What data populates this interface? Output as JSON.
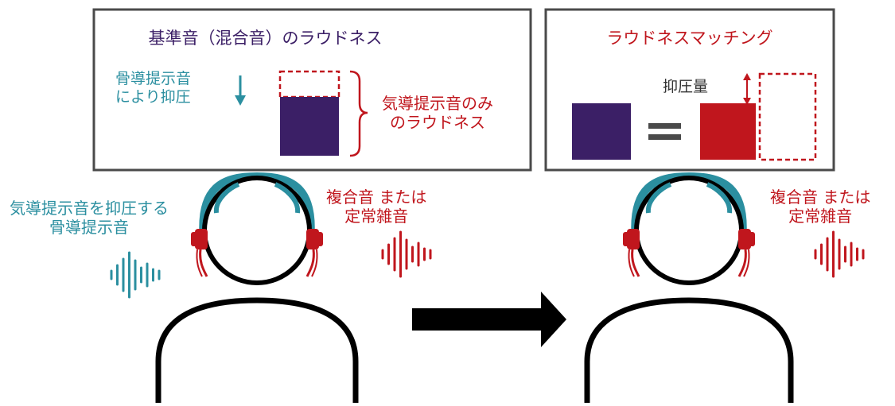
{
  "left_panel": {
    "title": "基準音（混合音）のラウドネス",
    "suppressed_label": "骨導提示音\nにより抑圧",
    "air_only_label": "気導提示音のみ\nのラウドネス"
  },
  "right_panel": {
    "title": "ラウドネスマッチング",
    "suppression_amount_label": "抑圧量"
  },
  "left_scene": {
    "bone_label": "気導提示音を抑圧する\n骨導提示音",
    "noise_label": "複合音 または\n定常雑音"
  },
  "right_scene": {
    "noise_label": "複合音 または\n定常雑音"
  },
  "colors": {
    "teal": "#2b8fa0",
    "red": "#c0161d",
    "purple": "#3b1f66",
    "black": "#000000",
    "gray": "#4a4a4a"
  },
  "icons": [
    "down-arrow-icon",
    "brace-icon",
    "equals-icon",
    "double-arrow-icon",
    "right-arrow-icon",
    "headphones-icon",
    "sound-wave-icon",
    "person-icon"
  ]
}
